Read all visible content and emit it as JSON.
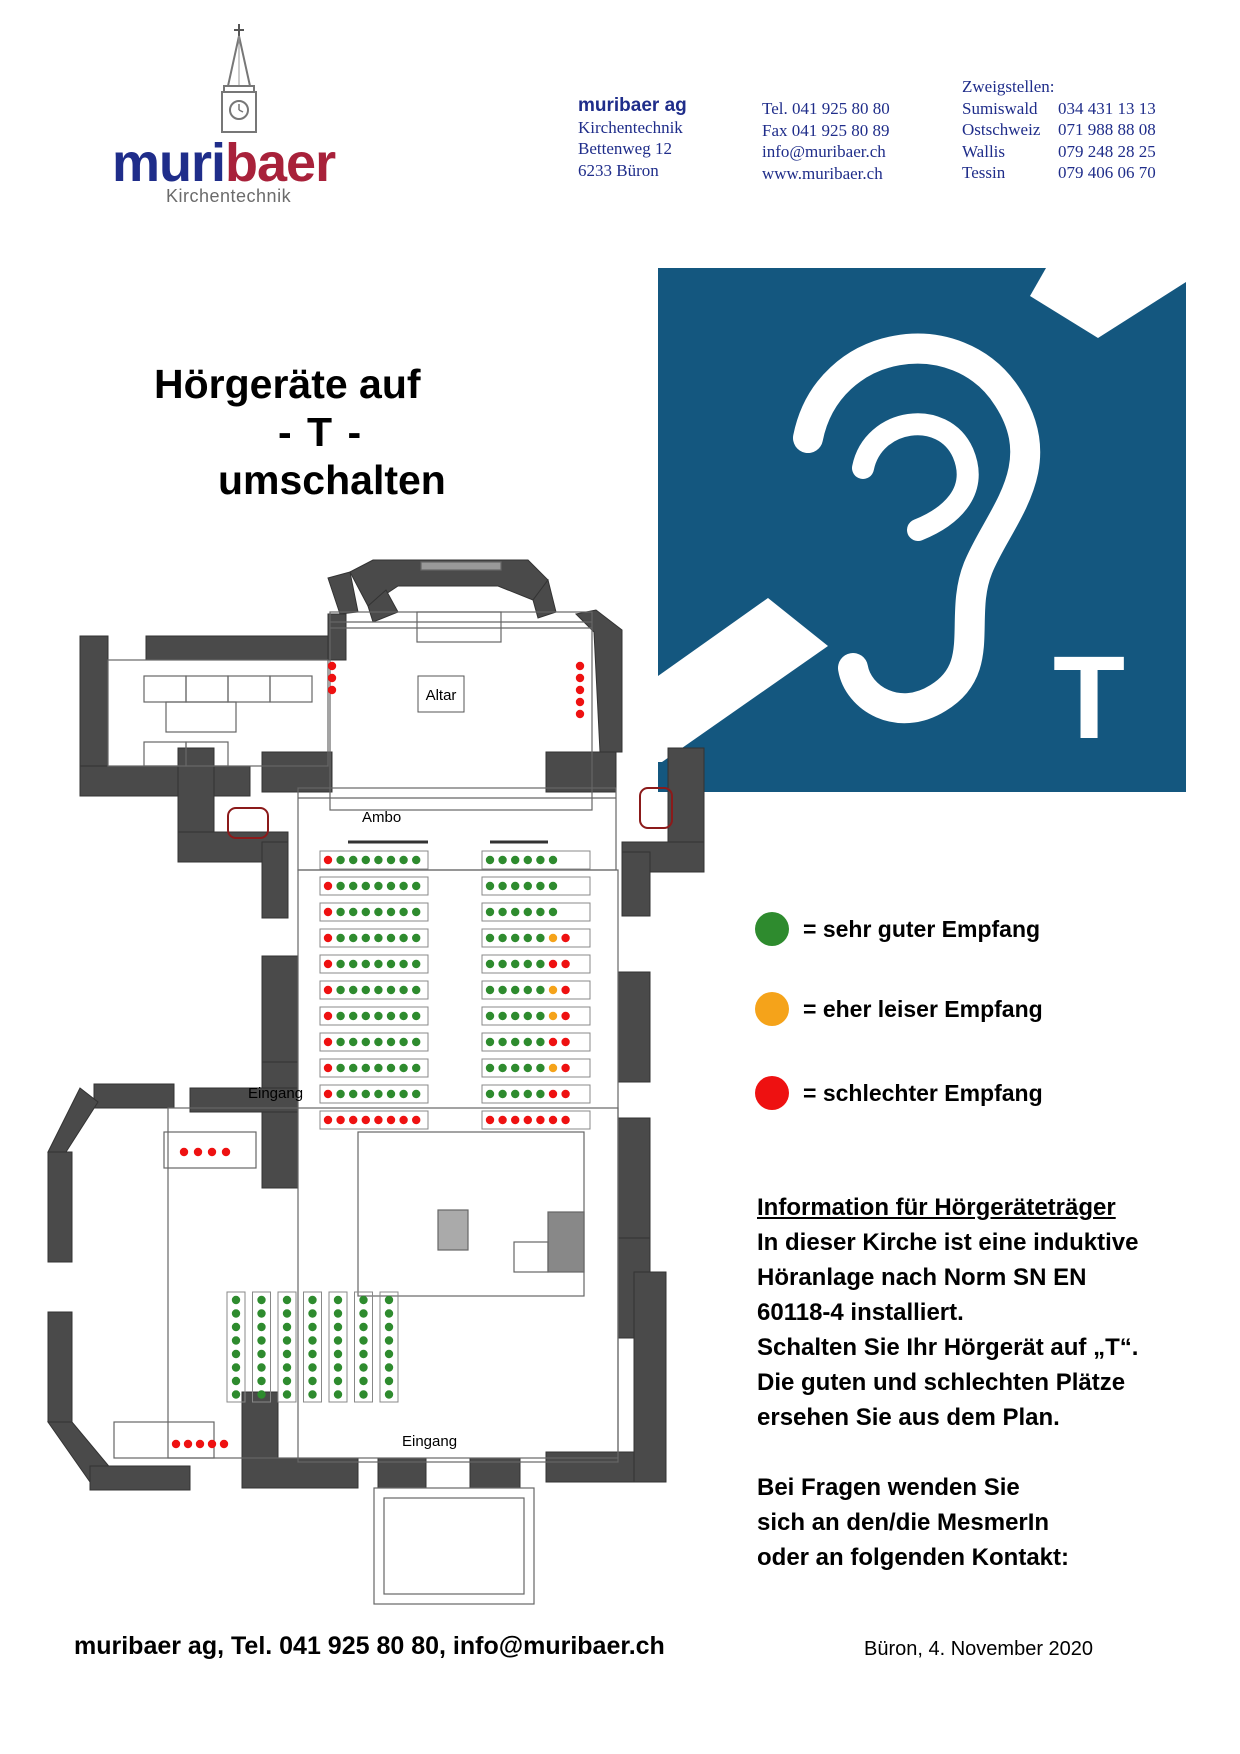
{
  "logo": {
    "word_part1": "muri",
    "word_part2": "baer",
    "subtitle": "Kirchentechnik",
    "primary_color": "#1f2d8a",
    "accent_color": "#a8213a"
  },
  "company": {
    "name": "muribaer ag",
    "line1": "Kirchentechnik",
    "line2": "Bettenweg 12",
    "line3": "6233 Büron"
  },
  "contact": {
    "tel": "Tel. 041 925 80 80",
    "fax": "Fax 041 925 80 89",
    "email": "info@muribaer.ch",
    "web": "www.muribaer.ch"
  },
  "branches": {
    "heading": "Zweigstellen:",
    "items": [
      {
        "name": "Sumiswald",
        "phone": "034 431 13 13"
      },
      {
        "name": "Ostschweiz",
        "phone": "071 988 88 08"
      },
      {
        "name": "Wallis",
        "phone": "079 248 28 25"
      },
      {
        "name": "Tessin",
        "phone": "079 406 06 70"
      }
    ]
  },
  "title": {
    "line1": "Hörgeräte auf",
    "line2": "- T -",
    "line3": "umschalten"
  },
  "sign": {
    "letter": "T",
    "icon": "hearing-loop-ear-icon",
    "background_color": "#14577f"
  },
  "legend": [
    {
      "color": "#2e8b2e",
      "label": "= sehr guter Empfang"
    },
    {
      "color": "#f5a31a",
      "label": "= eher leiser Empfang"
    },
    {
      "color": "#ee1111",
      "label": "= schlechter Empfang"
    }
  ],
  "info": {
    "heading": "Information für Hörgeräteträger",
    "lines": [
      "In dieser Kirche ist eine induktive",
      "Höranlage nach Norm SN EN",
      "60118-4 installiert.",
      "Schalten Sie Ihr Hörgerät auf „T“.",
      "Die guten und schlechten Plätze",
      "ersehen Sie aus dem Plan."
    ],
    "lines2": [
      "Bei Fragen wenden Sie",
      "sich an den/die MesmerIn",
      "oder an folgenden Kontakt:"
    ]
  },
  "plan": {
    "labels": {
      "altar": "Altar",
      "ambo": "Ambo",
      "entrance_side": "Eingang",
      "entrance_main": "Eingang"
    },
    "seat_colors": {
      "G": "#2e8b2e",
      "O": "#f5a31a",
      "R": "#ee1111"
    },
    "left_pews": [
      "RGGGGGGG",
      "RGGGGGGG",
      "RGGGGGGG",
      "RGGGGGGG",
      "RGGGGGGG",
      "RGGGGGGG",
      "RGGGGGGG",
      "RGGGGGGG",
      "RGGGGGGG",
      "RGGGGGGG",
      "RRRRRRRR"
    ],
    "right_pews": [
      "GGGGGG",
      "GGGGGG",
      "GGGGGG",
      "GGGGGOR",
      "GGGGGRR",
      "GGGGGOR",
      "GGGGGOR",
      "GGGGGRR",
      "GGGGGOR",
      "GGGGGRR",
      "RRRRRRR"
    ],
    "side_pews": [
      "GGGGGGGG",
      "GGGGGGGG",
      "GGGGGGGG",
      "GGGGGGGG",
      "GGGGGGGG",
      "GGGGGGGG",
      "GGGGGGGG"
    ],
    "choir_left": "RRR",
    "choir_right": "RRRRR",
    "back_left_pew": "RRRR",
    "front_left_pew": "RRRRR"
  },
  "footer": {
    "contact": "muribaer ag, Tel. 041 925 80 80, info@muribaer.ch",
    "date": "Büron, 4. November 2020"
  }
}
